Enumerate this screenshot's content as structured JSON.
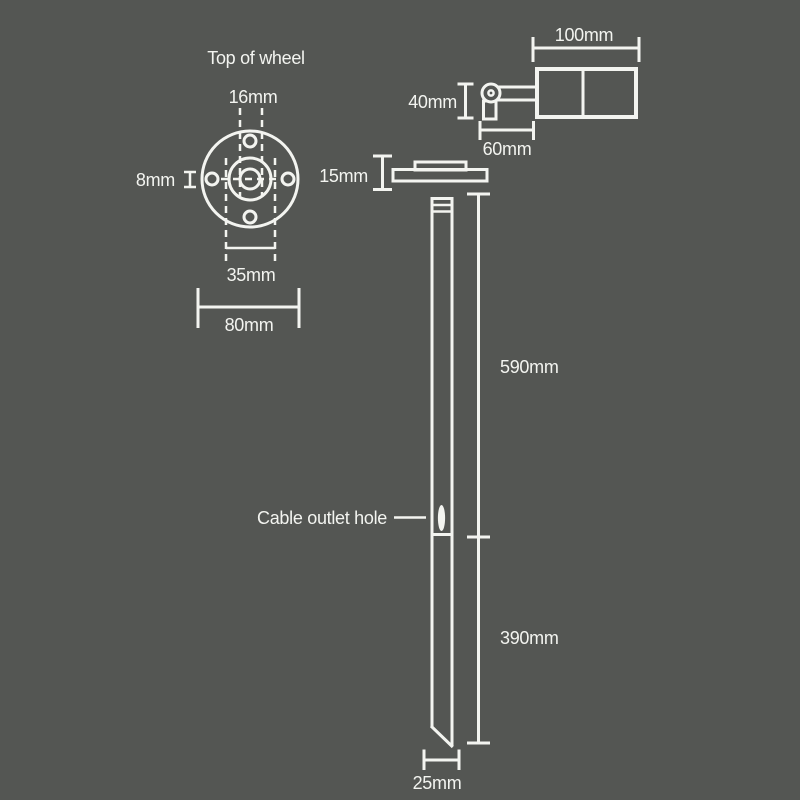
{
  "colors": {
    "background": "#545653",
    "line": "#f3f4f0"
  },
  "wheel": {
    "title": "Top of wheel",
    "hub_hole_dim": "16mm",
    "bolt_hole_dim": "8mm",
    "hub_dim": "35mm",
    "outer_dim": "80mm"
  },
  "head": {
    "body_length_dim": "100mm",
    "joint_height_dim": "40mm",
    "arm_length_dim": "60mm"
  },
  "flange": {
    "thickness_dim": "15mm"
  },
  "pole": {
    "upper_section_dim": "590mm",
    "lower_section_dim": "390mm",
    "spike_width_dim": "25mm",
    "cable_label": "Cable outlet hole"
  }
}
